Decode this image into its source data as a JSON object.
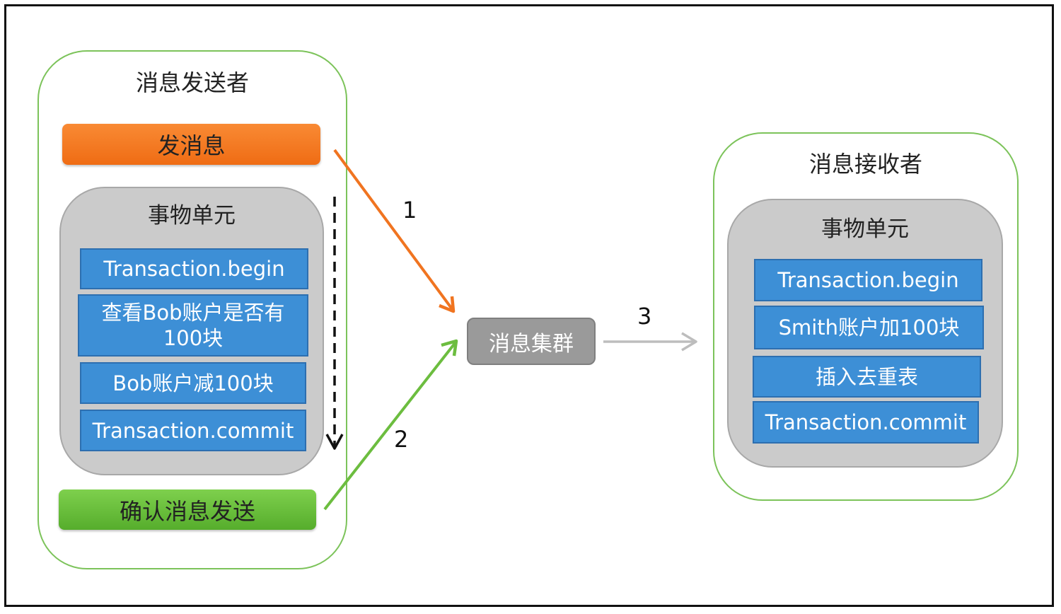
{
  "sender": {
    "title": "消息发送者",
    "send_button": "发消息",
    "confirm_button": "确认消息发送",
    "unit": {
      "title": "事物单元",
      "steps": [
        {
          "label": "Transaction.begin"
        },
        {
          "line1": "查看Bob账户是否有",
          "line2": "100块"
        },
        {
          "label": "Bob账户减100块"
        },
        {
          "label": "Transaction.commit"
        }
      ]
    }
  },
  "cluster": {
    "label": "消息集群"
  },
  "receiver": {
    "title": "消息接收者",
    "unit": {
      "title": "事物单元",
      "steps": [
        {
          "label": "Transaction.begin"
        },
        {
          "label": "Smith账户加100块"
        },
        {
          "label": "插入去重表"
        },
        {
          "label": "Transaction.commit"
        }
      ]
    }
  },
  "arrows": {
    "send": {
      "number": "1",
      "color": "#f07420"
    },
    "confirm": {
      "number": "2",
      "color": "#6cbd3f"
    },
    "deliver": {
      "number": "3",
      "color": "#bdbdbd"
    }
  }
}
